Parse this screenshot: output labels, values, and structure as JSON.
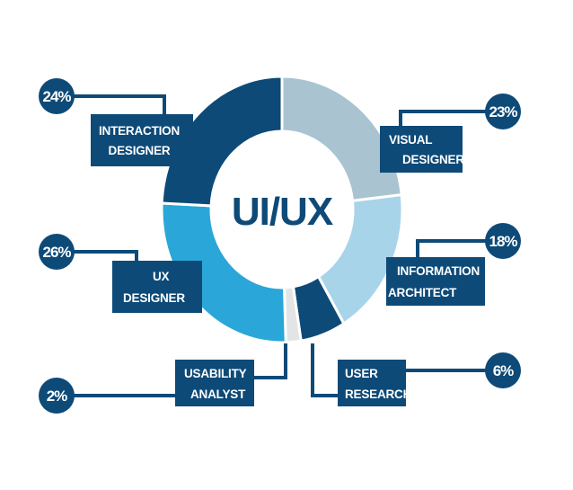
{
  "chart_data": {
    "type": "pie",
    "title": "UI/UX",
    "categories": [
      "Visual Designer",
      "Information Architect",
      "User Research",
      "Usability Analyst",
      "UX Designer",
      "Interaction Designer"
    ],
    "values": [
      23,
      18,
      6,
      2,
      26,
      24
    ],
    "labels": [
      "23%",
      "18%",
      "6%",
      "2%",
      "26%",
      "24%"
    ],
    "colors": [
      "#a9c3d1",
      "#a8d4ea",
      "#0d4a78",
      "#e2e4e5",
      "#2ba6d8",
      "#0d4a78"
    ],
    "annotations": [
      {
        "line1": "VISUAL",
        "line2": "DESIGNER"
      },
      {
        "line1": "INFORMATION",
        "line2": "ARCHITECT"
      },
      {
        "line1": "USER",
        "line2": "RESEARCH"
      },
      {
        "line1": "USABILITY",
        "line2": "ANALYST"
      },
      {
        "line1": "UX",
        "line2": "DESIGNER"
      },
      {
        "line1": "INTERACTION",
        "line2": "DESIGNER"
      }
    ]
  },
  "theme": {
    "navy": "#0d4a78"
  }
}
